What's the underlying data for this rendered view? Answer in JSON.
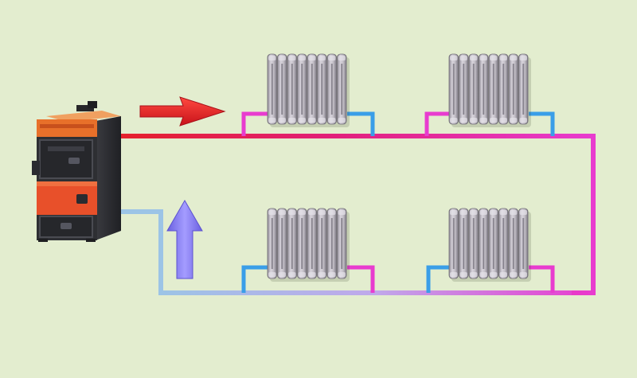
{
  "diagram": {
    "kind": "two-pipe-heating-scheme",
    "components": [
      {
        "id": "boiler",
        "type": "solid-fuel-boiler"
      },
      {
        "id": "radiator-top-left",
        "type": "radiator"
      },
      {
        "id": "radiator-top-right",
        "type": "radiator"
      },
      {
        "id": "radiator-bottom-left",
        "type": "radiator"
      },
      {
        "id": "radiator-bottom-right",
        "type": "radiator"
      }
    ],
    "flow": {
      "supply_direction": "right",
      "return_direction": "up"
    }
  },
  "colors": {
    "background": "#e3edcf",
    "supply_pipe": "#e5202a",
    "supply_mid": "#e0208a",
    "hot_pipe": "#e83ccf",
    "cold_pipe": "#3a9ee8",
    "return_pipe": "#9cc4e6",
    "supply_arrow": "#e8232a",
    "return_arrow": "#8a80f0",
    "boiler_body": "#2e2f33",
    "boiler_front": "#e8502a",
    "radiator": "#b8b3bd"
  }
}
